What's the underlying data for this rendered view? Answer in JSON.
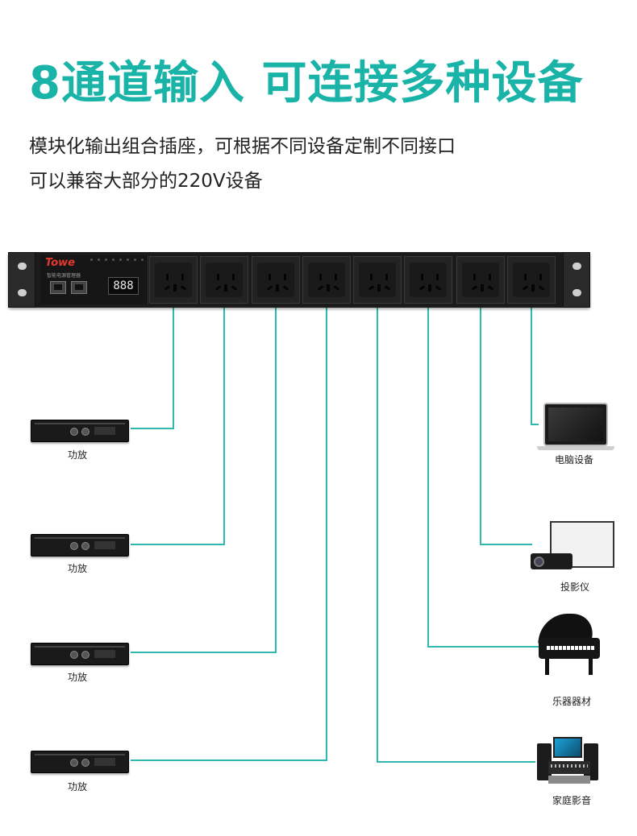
{
  "header": {
    "title": "8通道输入  可连接多种设备",
    "line1": "模块化输出组合插座，可根据不同设备定制不同接口",
    "line2": "可以兼容大部分的220V设备"
  },
  "pdu": {
    "brand": "Towe",
    "model_label": "智能电源管理器",
    "display_value": "888",
    "outlet_count": 8
  },
  "devices": {
    "left": [
      {
        "name": "amplifier",
        "label": "功放"
      },
      {
        "name": "amplifier",
        "label": "功放"
      },
      {
        "name": "amplifier",
        "label": "功放"
      },
      {
        "name": "amplifier",
        "label": "功放"
      }
    ],
    "right": [
      {
        "name": "laptop",
        "label": "电脑设备"
      },
      {
        "name": "projector",
        "label": "投影仪"
      },
      {
        "name": "piano",
        "label": "乐器器材"
      },
      {
        "name": "home-theater",
        "label": "家庭影音"
      }
    ]
  },
  "colors": {
    "accent": "#19b3a8",
    "wire": "#2fb8b0",
    "rack": "#1b1b1b"
  }
}
